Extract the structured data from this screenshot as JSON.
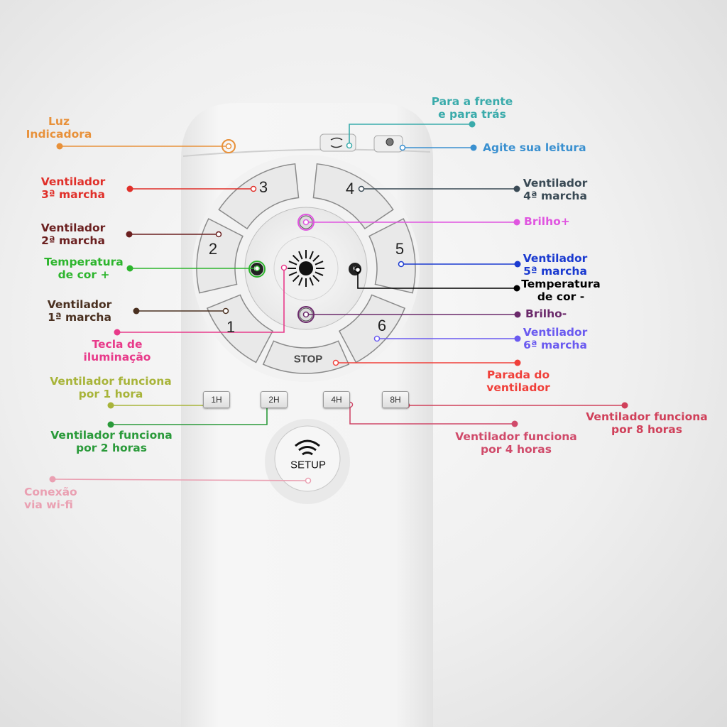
{
  "remote": {
    "segments": {
      "s3": "3",
      "s4": "4",
      "s2": "2",
      "s5": "5",
      "s1": "1",
      "s6": "6",
      "stop": "STOP"
    },
    "timers": [
      "1H",
      "2H",
      "4H",
      "8H"
    ],
    "setup": "SETUP",
    "kplus": "K+",
    "kminus": "K-"
  },
  "labels": {
    "luz": {
      "lines": [
        "Luz",
        "Indicadora"
      ],
      "color": "#e8913a"
    },
    "v3": {
      "lines": [
        "Ventilador",
        "3ª marcha"
      ],
      "color": "#e0302a"
    },
    "v2": {
      "lines": [
        "Ventilador",
        "2ª marcha"
      ],
      "color": "#6b2020"
    },
    "tplus": {
      "lines": [
        "Temperatura",
        "de cor +"
      ],
      "color": "#2db52d"
    },
    "v1": {
      "lines": [
        "Ventilador",
        "1ª marcha"
      ],
      "color": "#4a3020"
    },
    "tecla": {
      "lines": [
        "Tecla de",
        "iluminação"
      ],
      "color": "#e83a8a"
    },
    "h1": {
      "lines": [
        "Ventilador funciona",
        "por 1 hora"
      ],
      "color": "#a8b43a"
    },
    "h2": {
      "lines": [
        "Ventilador funciona",
        "por 2 horas"
      ],
      "color": "#2a9a3a"
    },
    "wifi": {
      "lines": [
        "Conexão",
        "via wi-fi"
      ],
      "color": "#eaa0b2"
    },
    "rev": {
      "lines": [
        "Para a frente",
        "e para trás"
      ],
      "color": "#3aabab"
    },
    "agite": {
      "lines": [
        "Agite sua leitura"
      ],
      "color": "#3a90d0"
    },
    "v4": {
      "lines": [
        "Ventilador",
        "4ª marcha"
      ],
      "color": "#3a4a55"
    },
    "bplus": {
      "lines": [
        "Brilho+"
      ],
      "color": "#e055e0"
    },
    "v5": {
      "lines": [
        "Ventilador",
        "5ª marcha"
      ],
      "color": "#1a3ad0"
    },
    "tminus": {
      "lines": [
        "Temperatura",
        "de cor -"
      ],
      "color": "#000000"
    },
    "bminus": {
      "lines": [
        "Brilho-"
      ],
      "color": "#6b2a6b"
    },
    "v6": {
      "lines": [
        "Ventilador",
        "6ª marcha"
      ],
      "color": "#6a5af0"
    },
    "stop": {
      "lines": [
        "Parada do",
        "ventilador"
      ],
      "color": "#f0403a"
    },
    "h4": {
      "lines": [
        "Ventilador funciona",
        "por 4 horas"
      ],
      "color": "#d04a6a"
    },
    "h8": {
      "lines": [
        "Ventilador funciona",
        "por 8 horas"
      ],
      "color": "#d0405a"
    }
  }
}
